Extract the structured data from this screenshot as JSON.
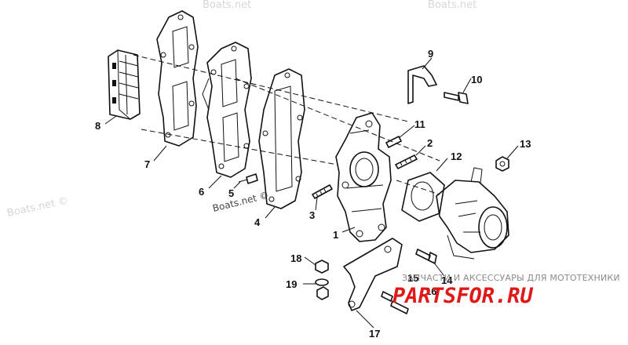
{
  "watermarks": {
    "top": "Boats.net",
    "left": "Boats.net ©",
    "center": "Boats.net ©"
  },
  "callouts": [
    "1",
    "2",
    "3",
    "4",
    "5",
    "6",
    "7",
    "8",
    "9",
    "10",
    "11",
    "12",
    "13",
    "14",
    "15",
    "16",
    "17",
    "18",
    "19"
  ],
  "footer": {
    "caption": "ЗАПЧАСТИ И АКСЕССУАРЫ ДЛЯ МОТОТЕХНИКИ",
    "logo": "PARTSFOR.RU"
  },
  "colors": {
    "line": "#111111",
    "logo": "#e01818",
    "watermark": "#d6d6d6"
  }
}
